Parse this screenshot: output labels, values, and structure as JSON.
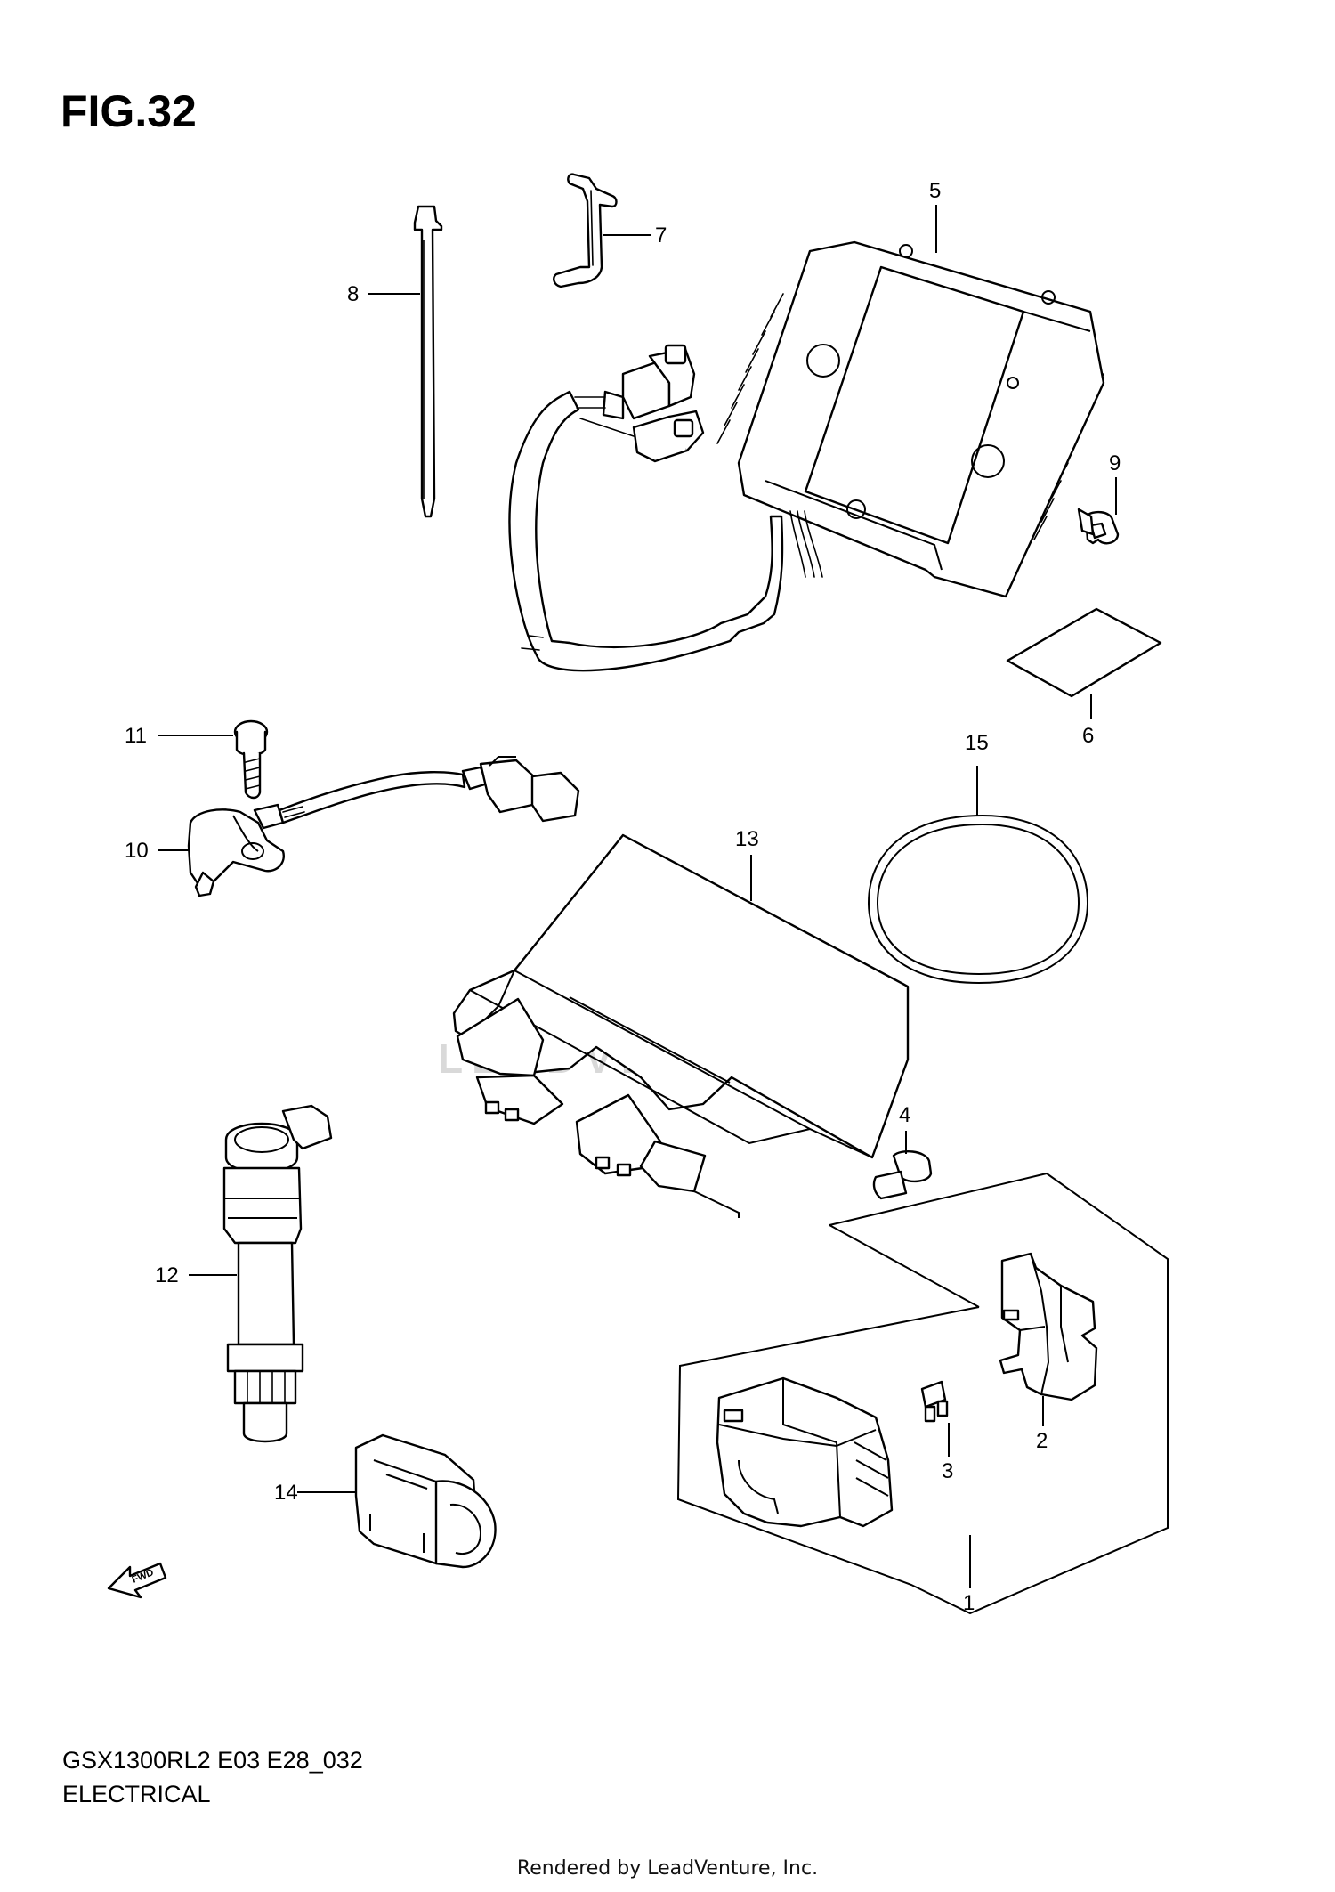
{
  "figure": {
    "title": "FIG.32",
    "model_code": "GSX1300RL2 E03 E28_032",
    "section_name": "ELECTRICAL",
    "rendered_by": "Rendered by LeadVenture, Inc.",
    "watermark": "LEADVENTURE",
    "fwd_label": "FWD"
  },
  "callouts": [
    {
      "id": "1",
      "label": "1"
    },
    {
      "id": "2",
      "label": "2"
    },
    {
      "id": "3",
      "label": "3"
    },
    {
      "id": "4",
      "label": "4"
    },
    {
      "id": "5",
      "label": "5"
    },
    {
      "id": "6",
      "label": "6"
    },
    {
      "id": "7",
      "label": "7"
    },
    {
      "id": "8",
      "label": "8"
    },
    {
      "id": "9",
      "label": "9"
    },
    {
      "id": "10",
      "label": "10"
    },
    {
      "id": "11",
      "label": "11"
    },
    {
      "id": "12",
      "label": "12"
    },
    {
      "id": "13",
      "label": "13"
    },
    {
      "id": "14",
      "label": "14"
    },
    {
      "id": "15",
      "label": "15"
    }
  ]
}
